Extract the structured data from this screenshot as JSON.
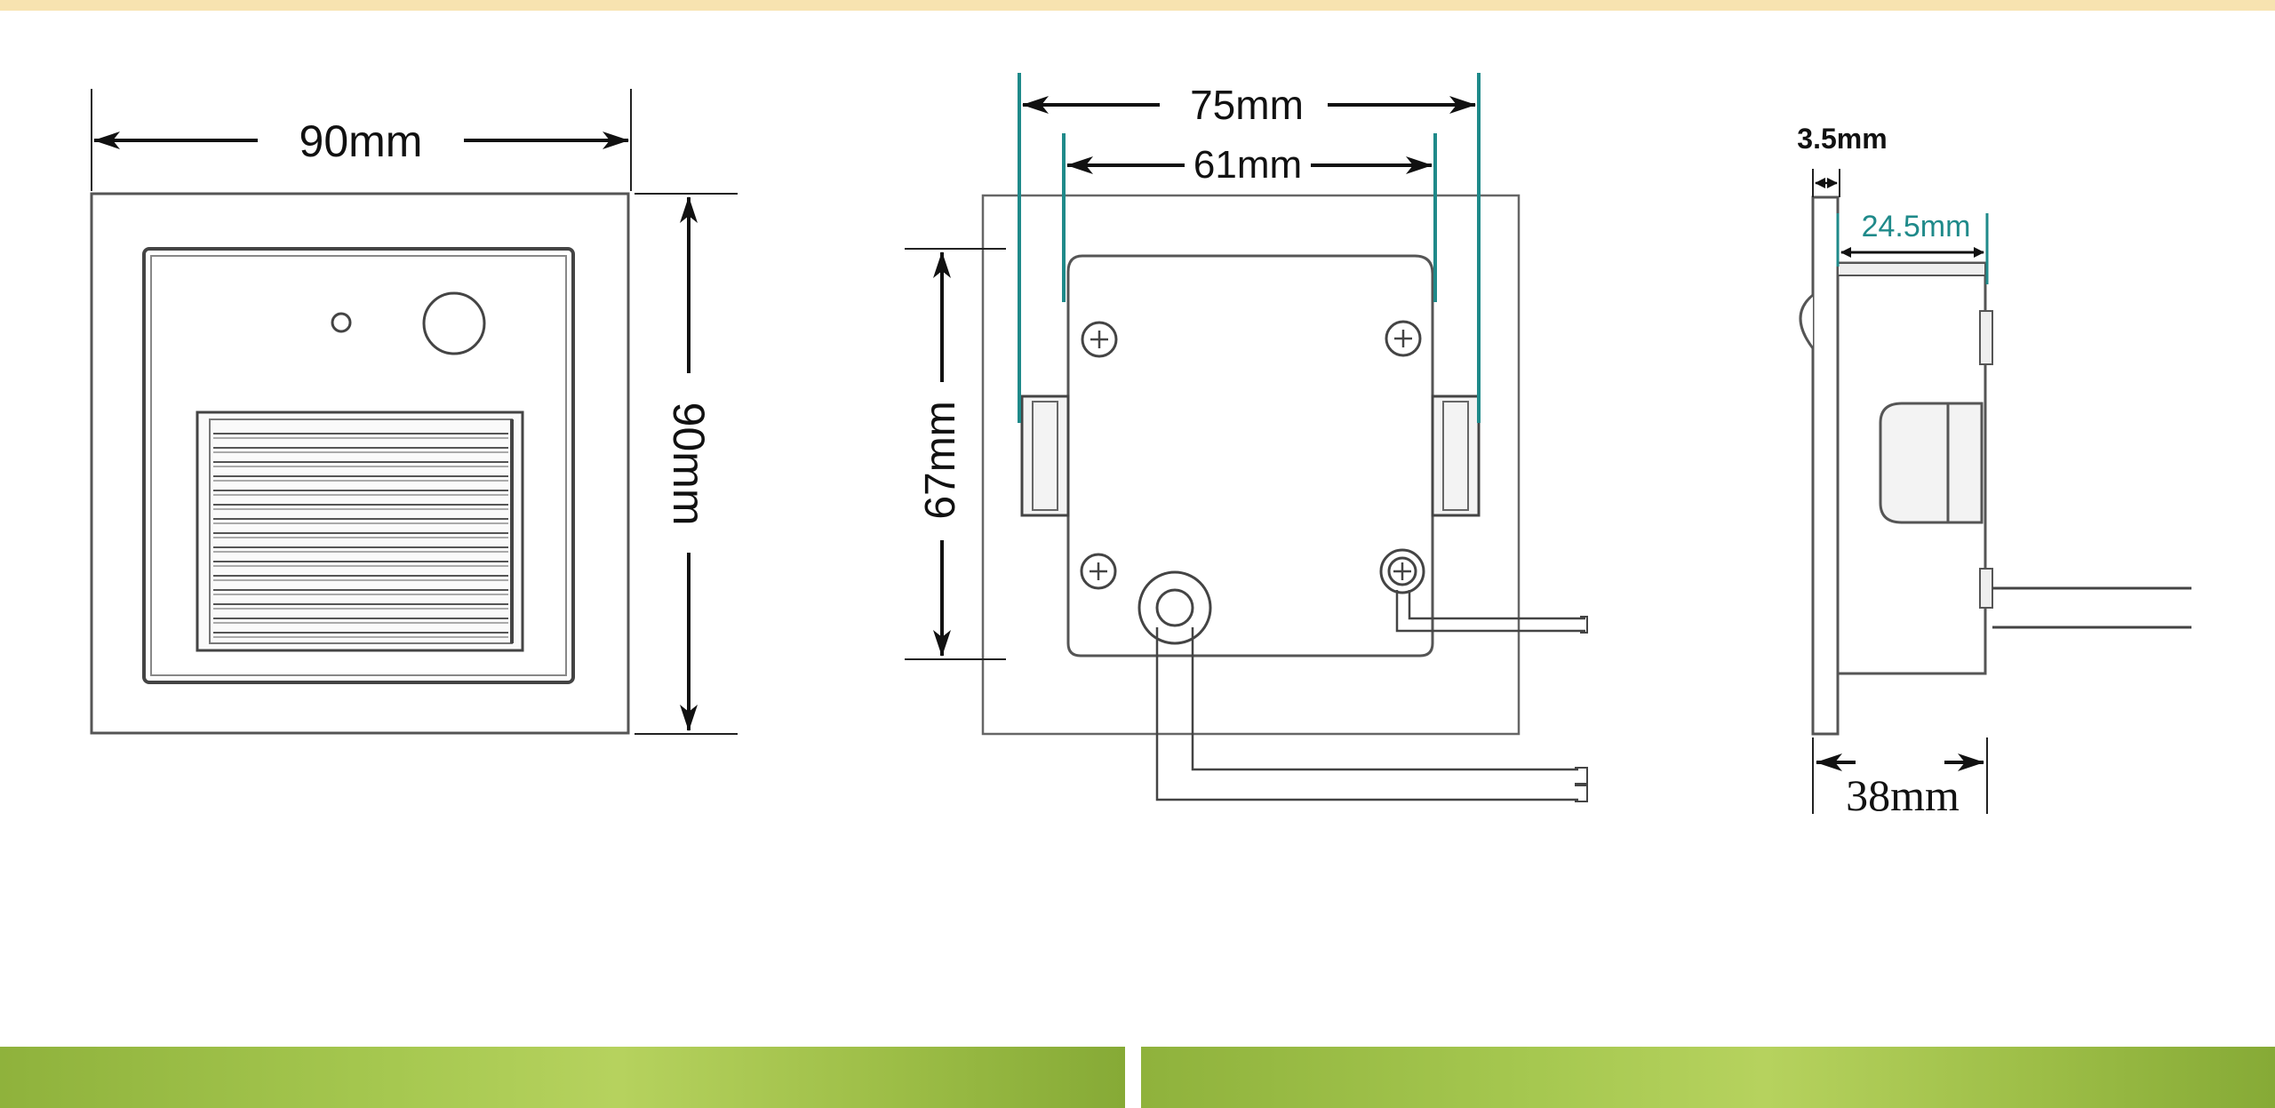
{
  "views": {
    "front": {
      "width_label": "90mm",
      "height_label": "90mm",
      "icons": [
        "led-indicator-icon",
        "motion-sensor-icon",
        "louvre-grille-icon"
      ]
    },
    "rear": {
      "outer_width_label": "75mm",
      "inner_width_label": "61mm",
      "height_label": "67mm",
      "icons": [
        "mounting-screw-icon",
        "cable-gland-icon",
        "spring-clip-icon"
      ]
    },
    "side": {
      "faceplate_label": "3.5mm",
      "body_label": "24.5mm",
      "depth_label": "38mm"
    }
  },
  "colors": {
    "line": "#333333",
    "dimension": "#111111",
    "accent_teal": "#1f8a8a",
    "top_band": "#f7e3b0",
    "banner_green": "#a6c850"
  }
}
